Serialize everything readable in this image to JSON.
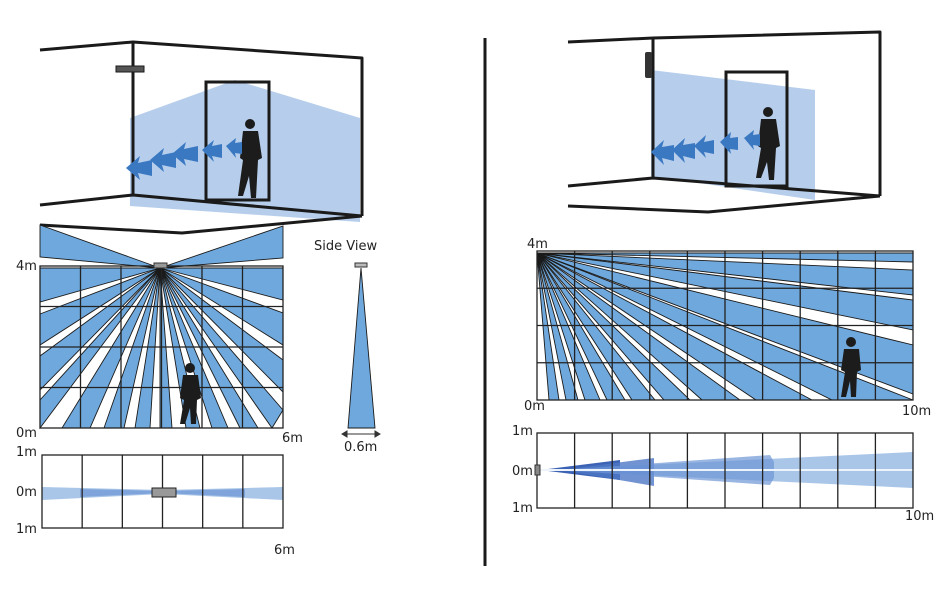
{
  "left": {
    "front_view": {
      "y_top": "4m",
      "y_bottom": "0m",
      "x_right": "6m"
    },
    "side_view": {
      "title": "Side View",
      "width_label": "0.6m"
    },
    "top_view": {
      "y_top": "1m",
      "y_mid": "0m",
      "y_bottom": "1m",
      "x_right": "6m"
    }
  },
  "right": {
    "front_view": {
      "y_top": "4m",
      "y_bottom": "0m",
      "x_right": "10m"
    },
    "top_view": {
      "y_top": "1m",
      "y_mid": "0m",
      "y_bottom": "1m",
      "x_right": "10m"
    }
  },
  "colors": {
    "beam": "#6fa8dc",
    "plane": "#a9c6e8",
    "arrow": "#3a78c2"
  }
}
